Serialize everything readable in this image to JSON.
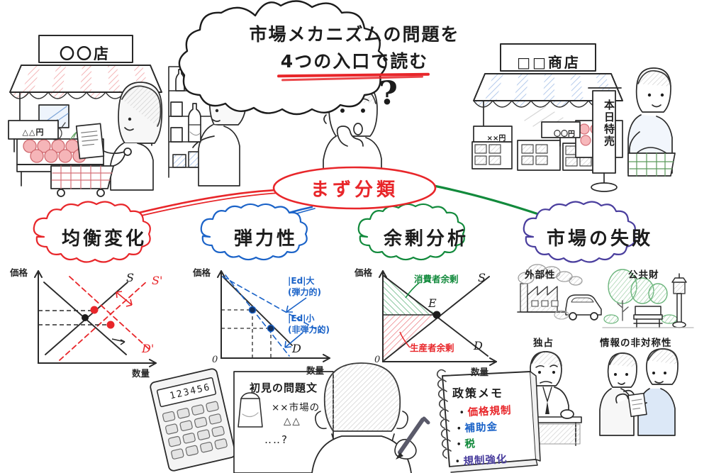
{
  "title": {
    "line1": "市場メカニズムの問題を",
    "line2": "4つの入口で読む",
    "underline_color": "#e8262a"
  },
  "center_node": {
    "label": "まず分類",
    "color": "#e8262a"
  },
  "categories": [
    {
      "label": "均衡変化",
      "color": "#e8262a",
      "connector_color": "#e8262a"
    },
    {
      "label": "弾力性",
      "color": "#1b63c8",
      "connector_color": "#1b63c8"
    },
    {
      "label": "余剰分析",
      "color": "#128a3c",
      "connector_color": "#128a3c"
    },
    {
      "label": "市場の失敗",
      "color": "#4a3e9e",
      "connector_color": "#128a3c"
    }
  ],
  "graphs": [
    {
      "name": "equilibrium-shift-graph",
      "ylabel": "価格",
      "xlabel": "数量",
      "curve_labels": [
        "S",
        "S'",
        "D'"
      ],
      "series": [
        {
          "name": "S",
          "style": "solid",
          "color": "#1c1c1c"
        },
        {
          "name": "D",
          "style": "solid",
          "color": "#1c1c1c"
        },
        {
          "name": "S'",
          "style": "dashed",
          "color": "#e8262a"
        },
        {
          "name": "D'",
          "style": "dashed",
          "color": "#e8262a"
        }
      ],
      "points": [
        {
          "name": "original-equilibrium",
          "color": "#1c1c1c"
        },
        {
          "name": "new-equilibrium-high",
          "color": "#e8262a"
        },
        {
          "name": "new-equilibrium-low",
          "color": "#e8262a"
        }
      ]
    },
    {
      "name": "elasticity-graph",
      "ylabel": "価格",
      "xlabel": "数量",
      "origin_label": "0",
      "curve_labels": [
        "D"
      ],
      "annotations": [
        {
          "text_main": "|Ed|大",
          "text_sub": "(弾力的)",
          "color": "#1b63c8"
        },
        {
          "text_main": "|Ed|小",
          "text_sub": "(非弾力的)",
          "color": "#1b63c8"
        }
      ]
    },
    {
      "name": "surplus-graph",
      "ylabel": "価格",
      "xlabel": "数量",
      "origin_label": "0",
      "curve_labels": [
        "S",
        "D"
      ],
      "equilibrium_label": "E",
      "regions": [
        {
          "label": "消費者余剰",
          "color": "#128a3c"
        },
        {
          "label": "生産者余剰",
          "color": "#e8262a"
        }
      ]
    }
  ],
  "market_failure": {
    "items": [
      {
        "label": "外部性",
        "icon": "factory-car-icon"
      },
      {
        "label": "公共財",
        "icon": "park-bench-icon"
      },
      {
        "label": "独占",
        "icon": "monopolist-icon"
      },
      {
        "label": "情報の非対称性",
        "icon": "two-people-icon"
      }
    ]
  },
  "shops": {
    "left": {
      "name": "〇〇店",
      "price_sign": "△△円",
      "awning_color": "#e8737a"
    },
    "right": {
      "name": "□□商店",
      "price_sign_1": "××円",
      "price_sign_2": "〇〇円",
      "banner": "本日特売",
      "awning_color": "#8aa8d8"
    }
  },
  "thinker": {
    "question_mark": "?"
  },
  "problem_note": {
    "title": "初見の問題文",
    "line1": "××市場の",
    "line2": "△△",
    "line3": "‥‥?"
  },
  "policy_memo": {
    "title": "政策メモ",
    "items": [
      {
        "label": "価格規制",
        "color": "#e8262a"
      },
      {
        "label": "補助金",
        "color": "#1b63c8"
      },
      {
        "label": "税",
        "color": "#128a3c"
      },
      {
        "label": "規制強化",
        "color": "#4a3e9e"
      }
    ]
  },
  "calculator": {
    "display": "123456"
  }
}
